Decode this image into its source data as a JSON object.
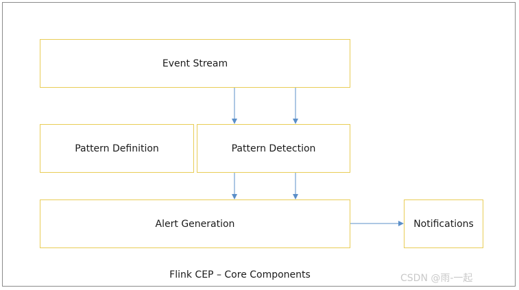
{
  "diagram": {
    "nodes": {
      "event_stream": "Event Stream",
      "pattern_definition": "Pattern Definition",
      "pattern_detection": "Pattern Detection",
      "alert_generation": "Alert Generation",
      "notifications": "Notifications"
    },
    "caption": "Flink CEP – Core Components",
    "edges": [
      {
        "from": "event_stream",
        "to": "pattern_detection"
      },
      {
        "from": "event_stream",
        "to": "pattern_detection"
      },
      {
        "from": "pattern_detection",
        "to": "alert_generation"
      },
      {
        "from": "pattern_detection",
        "to": "alert_generation"
      },
      {
        "from": "alert_generation",
        "to": "notifications"
      }
    ]
  },
  "watermark": "CSDN @雨-一起",
  "colors": {
    "box_border": "#e8cc55",
    "arrow": "#5b8fc9",
    "frame": "#8a8a8a"
  }
}
